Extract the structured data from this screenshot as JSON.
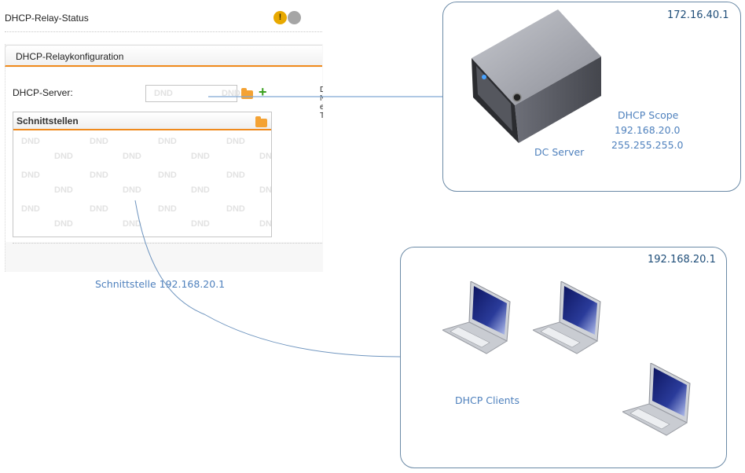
{
  "relay_status": {
    "title": "DHCP-Relay-Status",
    "warning_icon_glyph": "!",
    "colors": {
      "warning": "#e8a900",
      "inactive": "#a5a5a5"
    }
  },
  "relay_config": {
    "title": "DHCP-Relaykonfiguration",
    "server_label": "DHCP-Server:",
    "server_input_value": "",
    "interfaces_title": "Schnittstellen",
    "watermark": "DND",
    "truncated_side_text": [
      "D",
      "N",
      "e",
      "T"
    ],
    "accent_color": "#f08a1c",
    "add_icon_glyph": "+"
  },
  "diagram": {
    "server_box": {
      "ip": "172.16.40.1",
      "server_label": "DC Server",
      "scope_title": "DHCP Scope",
      "scope_network": "192.168.20.0",
      "scope_mask": "255.255.255.0"
    },
    "clients_box": {
      "ip": "192.168.20.1",
      "clients_label": "DHCP Clients",
      "client_count": 3
    },
    "interface_annotation": "Schnittstelle 192.168.20.1",
    "colors": {
      "line": "#5b8fc7",
      "label": "#4f81bd",
      "ip": "#1f4e79"
    }
  }
}
